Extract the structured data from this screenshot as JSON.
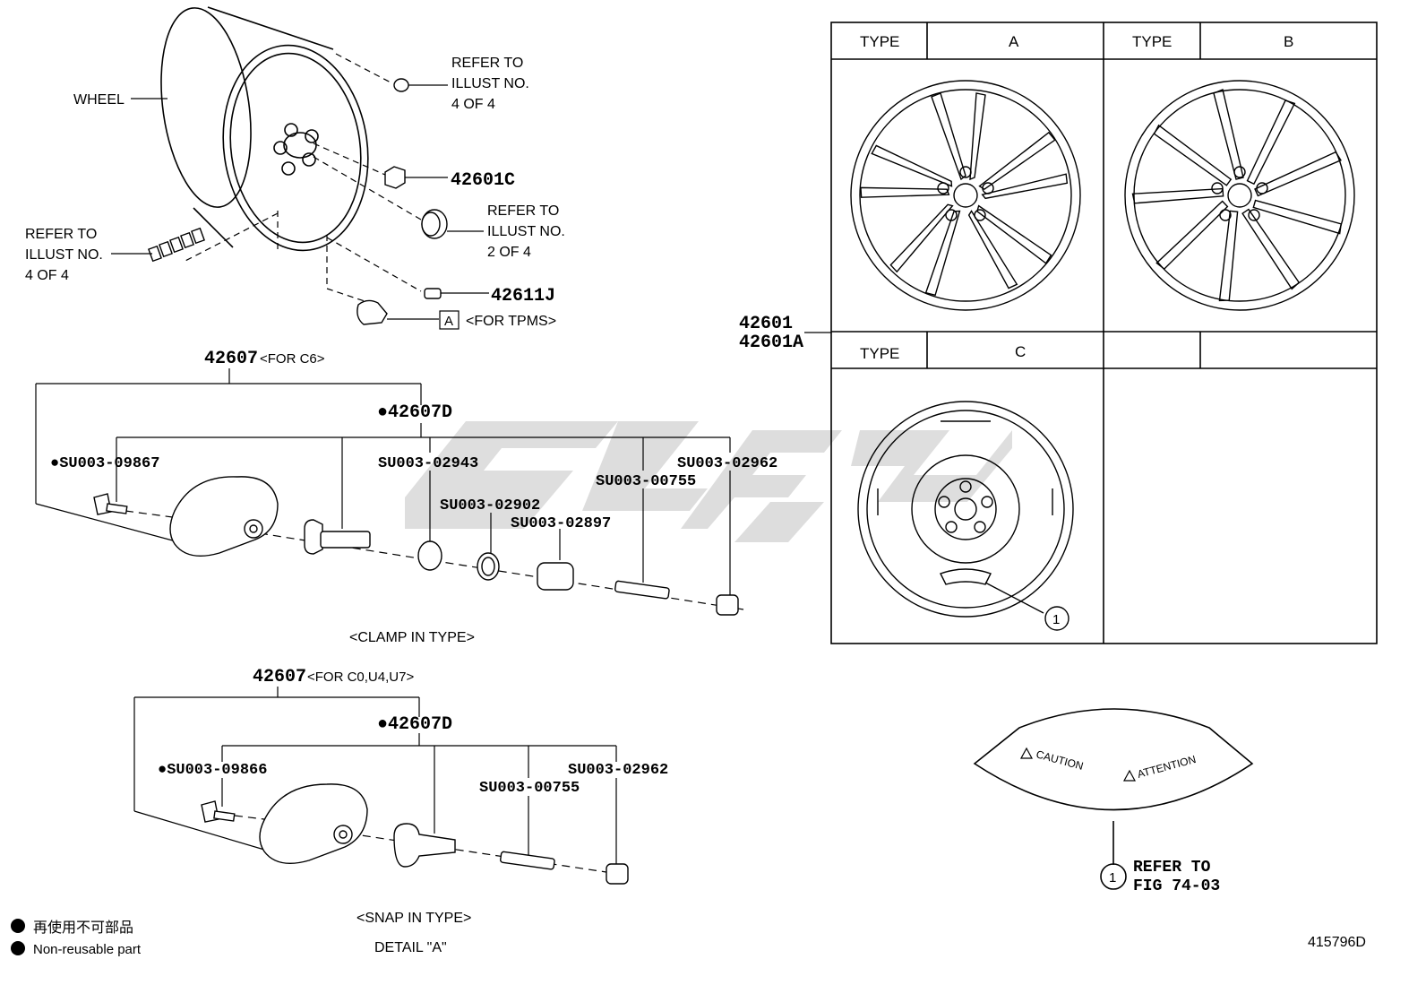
{
  "callouts": {
    "wheel": "WHEEL",
    "refer_top_1": "REFER TO",
    "refer_top_2": "ILLUST NO.",
    "refer_top_3": "4 OF 4",
    "refer_cap_1": "REFER TO",
    "refer_cap_2": "ILLUST NO.",
    "refer_cap_3": "2 OF 4",
    "refer_left_1": "REFER TO",
    "refer_left_2": "ILLUST NO.",
    "refer_left_3": "4 OF 4",
    "part_nut": "42601C",
    "part_valve": "42611J",
    "tpms_box": "A",
    "tpms_label": "<FOR TPMS>"
  },
  "clamp_in": {
    "header_part": "42607",
    "header_note": "<FOR C6>",
    "sub_part": "●42607D",
    "screw": "●SU003-09867",
    "p1": "SU003-02943",
    "p2": "SU003-02902",
    "p3": "SU003-02897",
    "p4": "SU003-00755",
    "p5": "SU003-02962",
    "caption": "<CLAMP IN TYPE>"
  },
  "snap_in": {
    "header_part": "42607",
    "header_note": "<FOR C0,U4,U7>",
    "sub_part": "●42607D",
    "screw": "●SU003-09866",
    "p1": "SU003-00755",
    "p2": "SU003-02962",
    "caption": "<SNAP IN TYPE>",
    "detail": "DETAIL \"A\""
  },
  "type_table": {
    "type_label": "TYPE",
    "type_a": "A",
    "type_b": "B",
    "type_c": "C",
    "part_1": "42601",
    "part_2": "42601A",
    "circle_1": "1"
  },
  "label": {
    "caution": "CAUTION",
    "attention": "ATTENTION",
    "circle": "1",
    "refer_1": "REFER TO",
    "refer_2": "FIG 74-03"
  },
  "legend": {
    "jp": "再使用不可部品",
    "en": "Non-reusable part"
  },
  "diagram_id": "415796D"
}
